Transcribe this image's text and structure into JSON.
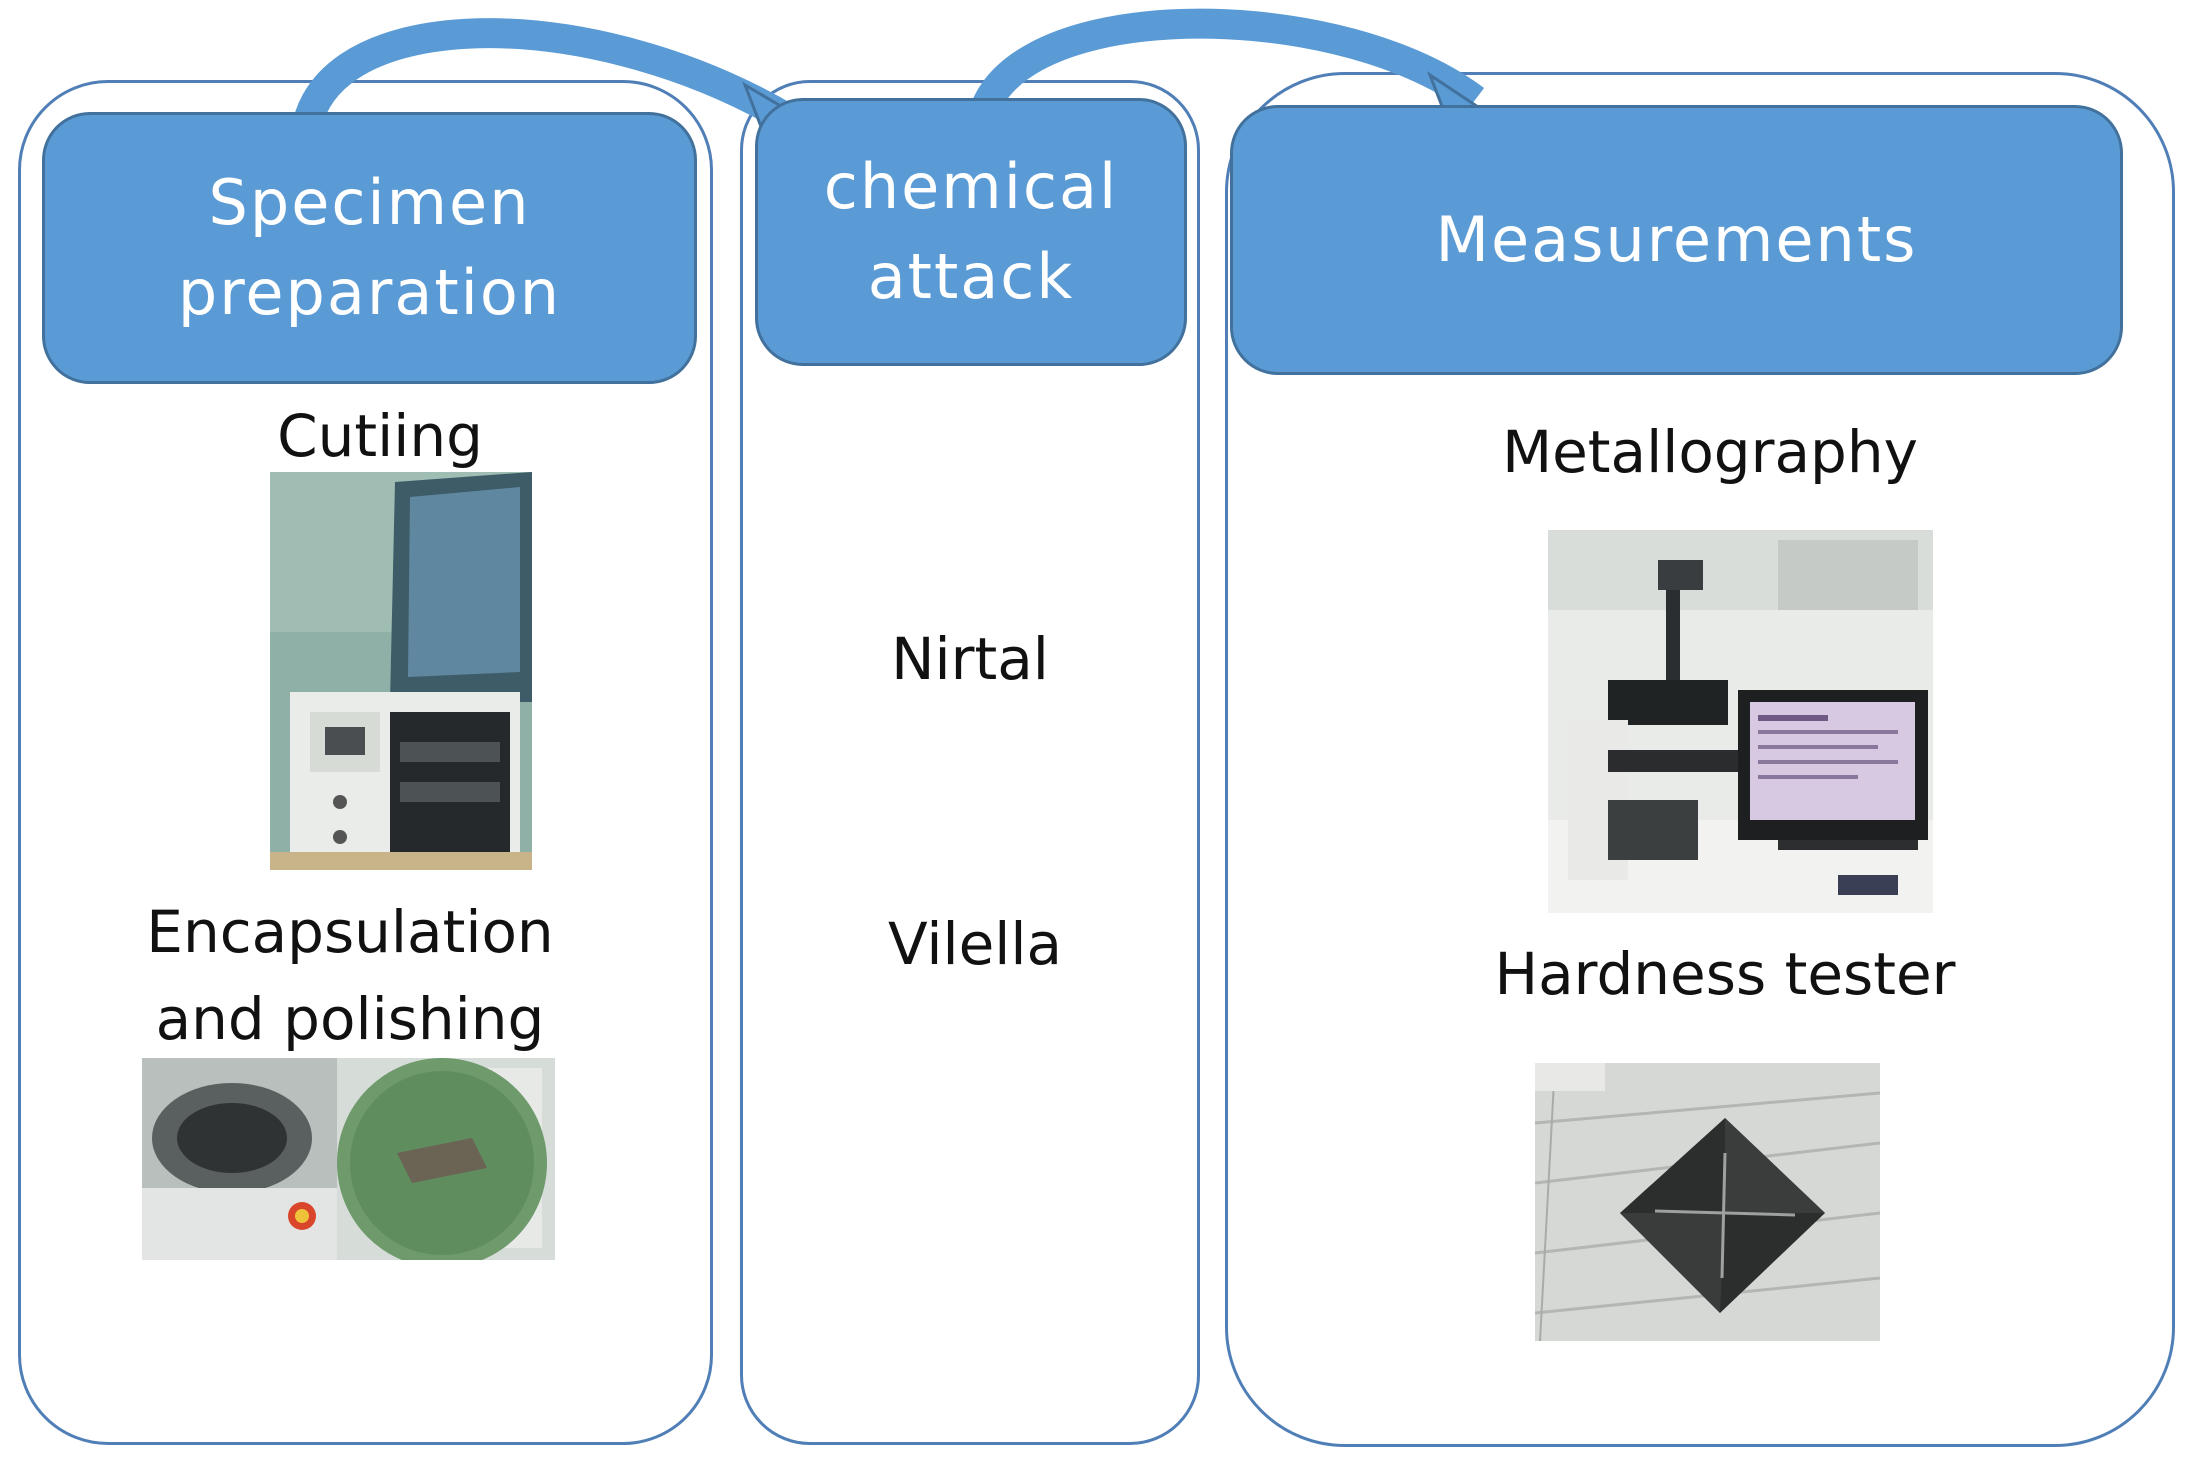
{
  "stages": [
    {
      "header_lines": [
        "Specimen",
        "preparation"
      ],
      "steps": [
        "Cutiing",
        "Encapsulation",
        "and polishing"
      ]
    },
    {
      "header_lines": [
        "chemical",
        "attack"
      ],
      "steps": [
        "Nirtal",
        "Vilella"
      ]
    },
    {
      "header_lines": [
        "Measurements"
      ],
      "steps": [
        "Metallography",
        "Hardness tester"
      ]
    }
  ],
  "photos": [
    "cutting-machine-photo",
    "polishing-machine-photo",
    "microscope-photo",
    "hardness-indent-photo"
  ],
  "colors": {
    "header_fill": "#5b9bd5",
    "header_border": "#41719c",
    "panel_border": "#4f7fb6",
    "arrow": "#5b9bd5"
  }
}
